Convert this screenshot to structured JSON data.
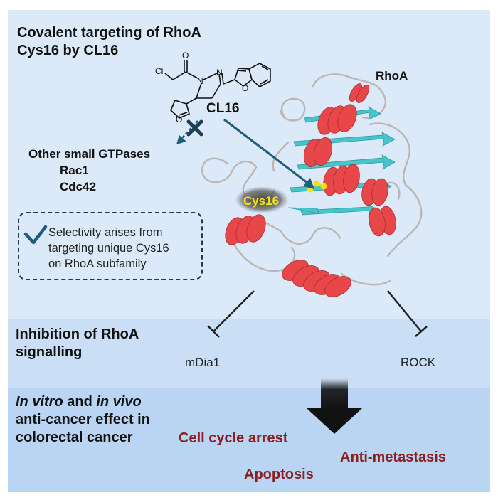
{
  "colors": {
    "panel_top": "#dbe9f8",
    "panel_mid": "#cadff5",
    "panel_bot": "#b9d5f3",
    "outcome_text": "#8b1f1f",
    "cys_label": "#ffe500",
    "arrow_teal": "#1d5f7a",
    "helix_red": "#e8474a",
    "strand_cyan": "#47c5cc"
  },
  "section1": {
    "title_line1": "Covalent targeting of RhoA",
    "title_line2": "Cys16 by CL16"
  },
  "molecule": {
    "compound_label": "CL16",
    "atom_O": "O",
    "atom_Cl": "Cl",
    "atom_N1": "N",
    "atom_N2": "N",
    "atom_O_furan": "O",
    "atom_O_benzofuran": "O"
  },
  "protein": {
    "name": "RhoA",
    "residue_label": "Cys16"
  },
  "off_target": {
    "title": "Other small GTPases",
    "items": [
      "Rac1",
      "Cdc42"
    ]
  },
  "note": {
    "icon": "checkmark-icon",
    "lines": [
      "Selectivity arises from",
      "targeting unique Cys16",
      "on RhoA subfamily"
    ]
  },
  "section2": {
    "title_line1": "Inhibition of RhoA",
    "title_line2": "signalling",
    "effectors": [
      "mDia1",
      "ROCK"
    ]
  },
  "section3": {
    "title_line1_italic1": "In vitro",
    "title_line1_mid": " and ",
    "title_line1_italic2": "in vivo",
    "title_line2": "anti-cancer effect in",
    "title_line3": "colorectal cancer",
    "outcomes": [
      "Cell cycle arrest",
      "Anti-metastasis",
      "Apoptosis"
    ]
  }
}
